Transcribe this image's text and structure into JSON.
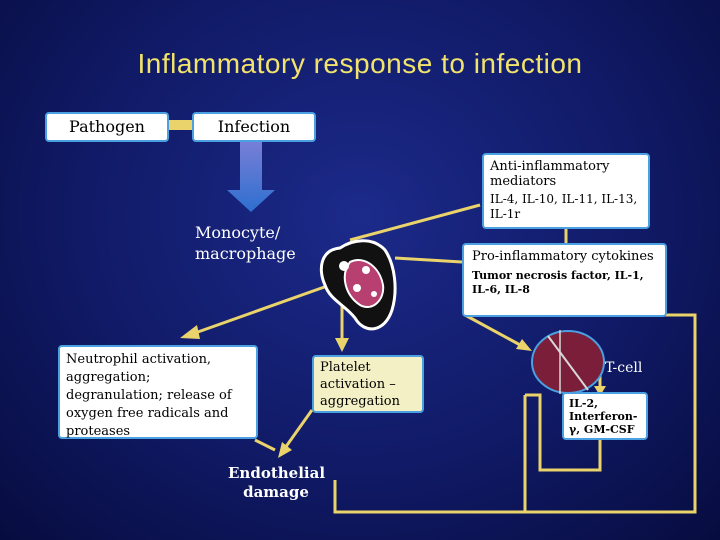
{
  "title": "Inflammatory response to infection",
  "boxes": {
    "pathogen": "Pathogen",
    "infection": "Infection",
    "anti": "Anti-inflammatory mediators",
    "anti_list": "IL-4, IL-10, IL-11, IL-13, IL-1r",
    "pro": "Pro-inflammatory cytokines",
    "pro_list": "Tumor necrosis factor, IL-1, IL-6, IL-8",
    "neutrophil": "Neutrophil activation, aggregation; degranulation; release of oxygen free radicals and proteases",
    "platelet": "Platelet activation – aggregation",
    "tcell_list": "IL-2, Interferon-γ, GM-CSF"
  },
  "labels": {
    "monocyte": "Monocyte/ macrophage",
    "endothelial": "Endothelial damage",
    "tcell": "T-cell"
  },
  "colors": {
    "background": "#101a66",
    "title": "#f2e36b",
    "arrow_yellow": "#e9d36a",
    "box_border": "#4aa0e0",
    "tcell_fill": "#7a1e3a"
  }
}
